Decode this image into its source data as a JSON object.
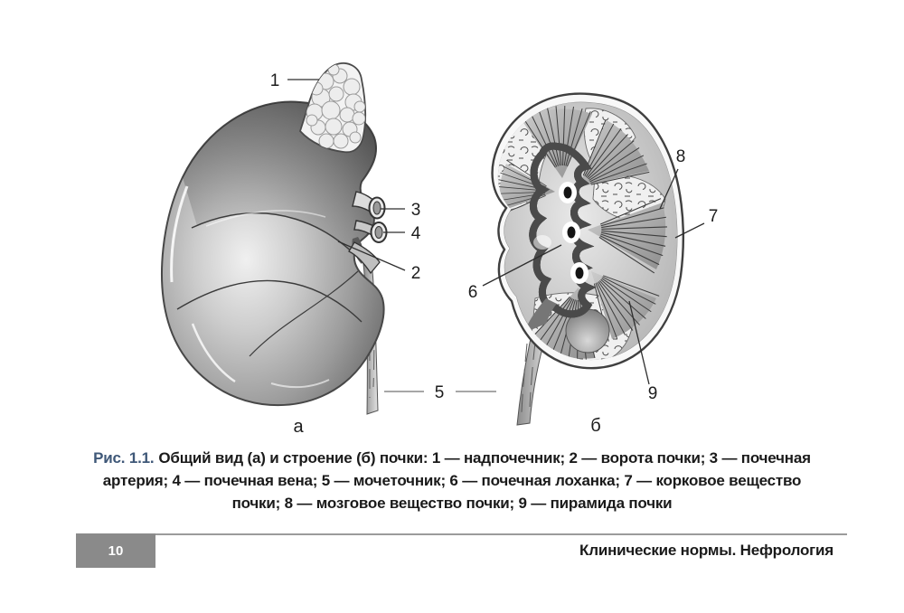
{
  "figure_caption": {
    "label": "Рис. 1.1.",
    "label_color": "#3f5878",
    "text": "Общий вид (а) и строение (б) почки: 1 — надпочечник; 2 — ворота почки; 3 — почечная артерия; 4 — почечная вена; 5 — мочеточник; 6 — почечная лоханка; 7 — корковое вещество почки; 8 — мозговое вещество почки; 9 — пирамида почки"
  },
  "diagram": {
    "panel_letters": {
      "a": "а",
      "b": "б"
    },
    "legend": [
      {
        "num": "1",
        "label": "надпочечник"
      },
      {
        "num": "2",
        "label": "ворота почки"
      },
      {
        "num": "3",
        "label": "почечная артерия"
      },
      {
        "num": "4",
        "label": "почечная вена"
      },
      {
        "num": "5",
        "label": "мочеточник"
      },
      {
        "num": "6",
        "label": "почечная лоханка"
      },
      {
        "num": "7",
        "label": "корковое вещество почки"
      },
      {
        "num": "8",
        "label": "мозговое вещество почки"
      },
      {
        "num": "9",
        "label": "пирамида почки"
      }
    ]
  },
  "footer": {
    "page_number": "10",
    "running_title": "Клинические нормы. Нефрология",
    "page_box_color": "#8a8a8a",
    "rule_color": "#9b9b9b"
  }
}
